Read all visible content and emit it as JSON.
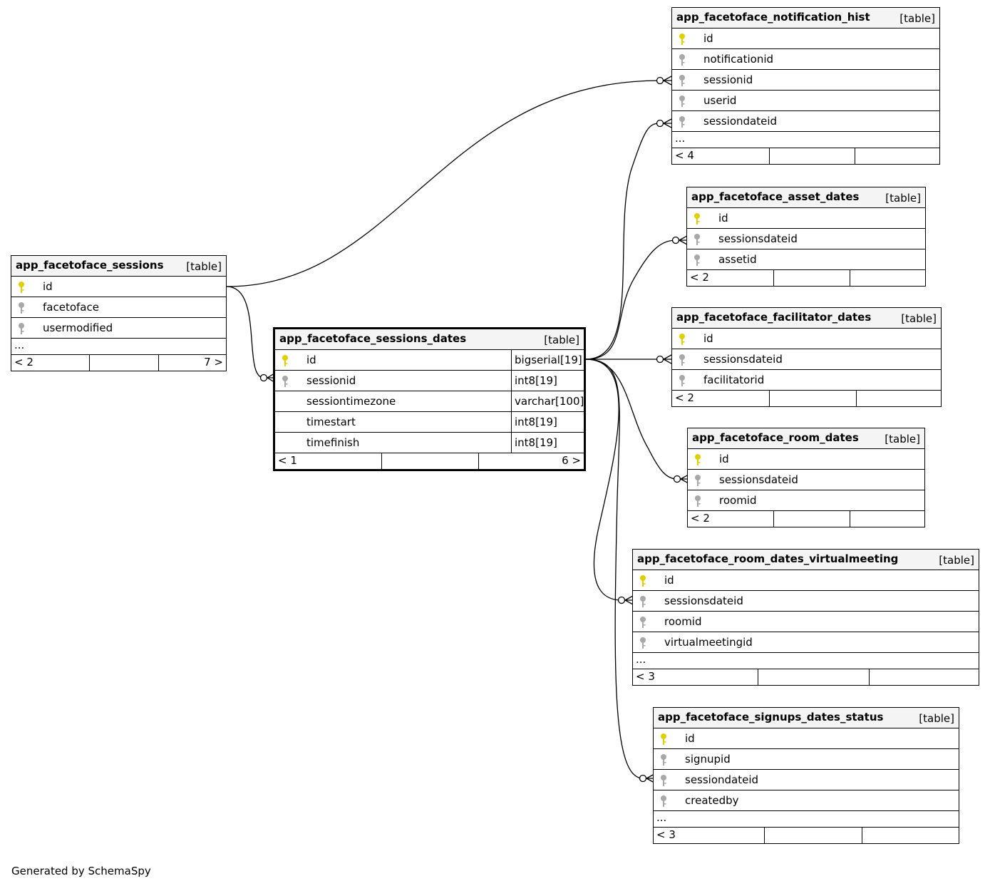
{
  "colors": {
    "pk": "#e0d000",
    "fk": "#a8a8a8",
    "header_bg": "#f4f4f4",
    "line": "#000000"
  },
  "footer": "Generated by SchemaSpy",
  "tables": {
    "notif": {
      "name": "app_facetoface_notification_hist",
      "type": "[table]",
      "columns": [
        {
          "name": "id",
          "key": "pk"
        },
        {
          "name": "notificationid",
          "key": "fk"
        },
        {
          "name": "sessionid",
          "key": "fk"
        },
        {
          "name": "userid",
          "key": "fk"
        },
        {
          "name": "sessiondateid",
          "key": "fk"
        }
      ],
      "more": "...",
      "foot_left": "< 4",
      "foot_right": ""
    },
    "asset": {
      "name": "app_facetoface_asset_dates",
      "type": "[table]",
      "columns": [
        {
          "name": "id",
          "key": "pk"
        },
        {
          "name": "sessionsdateid",
          "key": "fk"
        },
        {
          "name": "assetid",
          "key": "fk"
        }
      ],
      "more": "",
      "foot_left": "< 2",
      "foot_right": ""
    },
    "sessions": {
      "name": "app_facetoface_sessions",
      "type": "[table]",
      "columns": [
        {
          "name": "id",
          "key": "pk"
        },
        {
          "name": "facetoface",
          "key": "fk"
        },
        {
          "name": "usermodified",
          "key": "fk"
        }
      ],
      "more": "...",
      "foot_left": "< 2",
      "foot_right": "7 >"
    },
    "facil": {
      "name": "app_facetoface_facilitator_dates",
      "type": "[table]",
      "columns": [
        {
          "name": "id",
          "key": "pk"
        },
        {
          "name": "sessionsdateid",
          "key": "fk"
        },
        {
          "name": "facilitatorid",
          "key": "fk"
        }
      ],
      "more": "",
      "foot_left": "< 2",
      "foot_right": ""
    },
    "sdates": {
      "name": "app_facetoface_sessions_dates",
      "type": "[table]",
      "columns": [
        {
          "name": "id",
          "key": "pk",
          "type": "bigserial[19]"
        },
        {
          "name": "sessionid",
          "key": "fk",
          "type": "int8[19]"
        },
        {
          "name": "sessiontimezone",
          "key": "",
          "type": "varchar[100]"
        },
        {
          "name": "timestart",
          "key": "",
          "type": "int8[19]"
        },
        {
          "name": "timefinish",
          "key": "",
          "type": "int8[19]"
        }
      ],
      "more": "",
      "foot_left": "< 1",
      "foot_right": "6 >"
    },
    "room": {
      "name": "app_facetoface_room_dates",
      "type": "[table]",
      "columns": [
        {
          "name": "id",
          "key": "pk"
        },
        {
          "name": "sessionsdateid",
          "key": "fk"
        },
        {
          "name": "roomid",
          "key": "fk"
        }
      ],
      "more": "",
      "foot_left": "< 2",
      "foot_right": ""
    },
    "virt": {
      "name": "app_facetoface_room_dates_virtualmeeting",
      "type": "[table]",
      "columns": [
        {
          "name": "id",
          "key": "pk"
        },
        {
          "name": "sessionsdateid",
          "key": "fk"
        },
        {
          "name": "roomid",
          "key": "fk"
        },
        {
          "name": "virtualmeetingid",
          "key": "fk"
        }
      ],
      "more": "...",
      "foot_left": "< 3",
      "foot_right": ""
    },
    "signup": {
      "name": "app_facetoface_signups_dates_status",
      "type": "[table]",
      "columns": [
        {
          "name": "id",
          "key": "pk"
        },
        {
          "name": "signupid",
          "key": "fk"
        },
        {
          "name": "sessiondateid",
          "key": "fk"
        },
        {
          "name": "createdby",
          "key": "fk"
        }
      ],
      "more": "...",
      "foot_left": "< 3",
      "foot_right": ""
    }
  }
}
